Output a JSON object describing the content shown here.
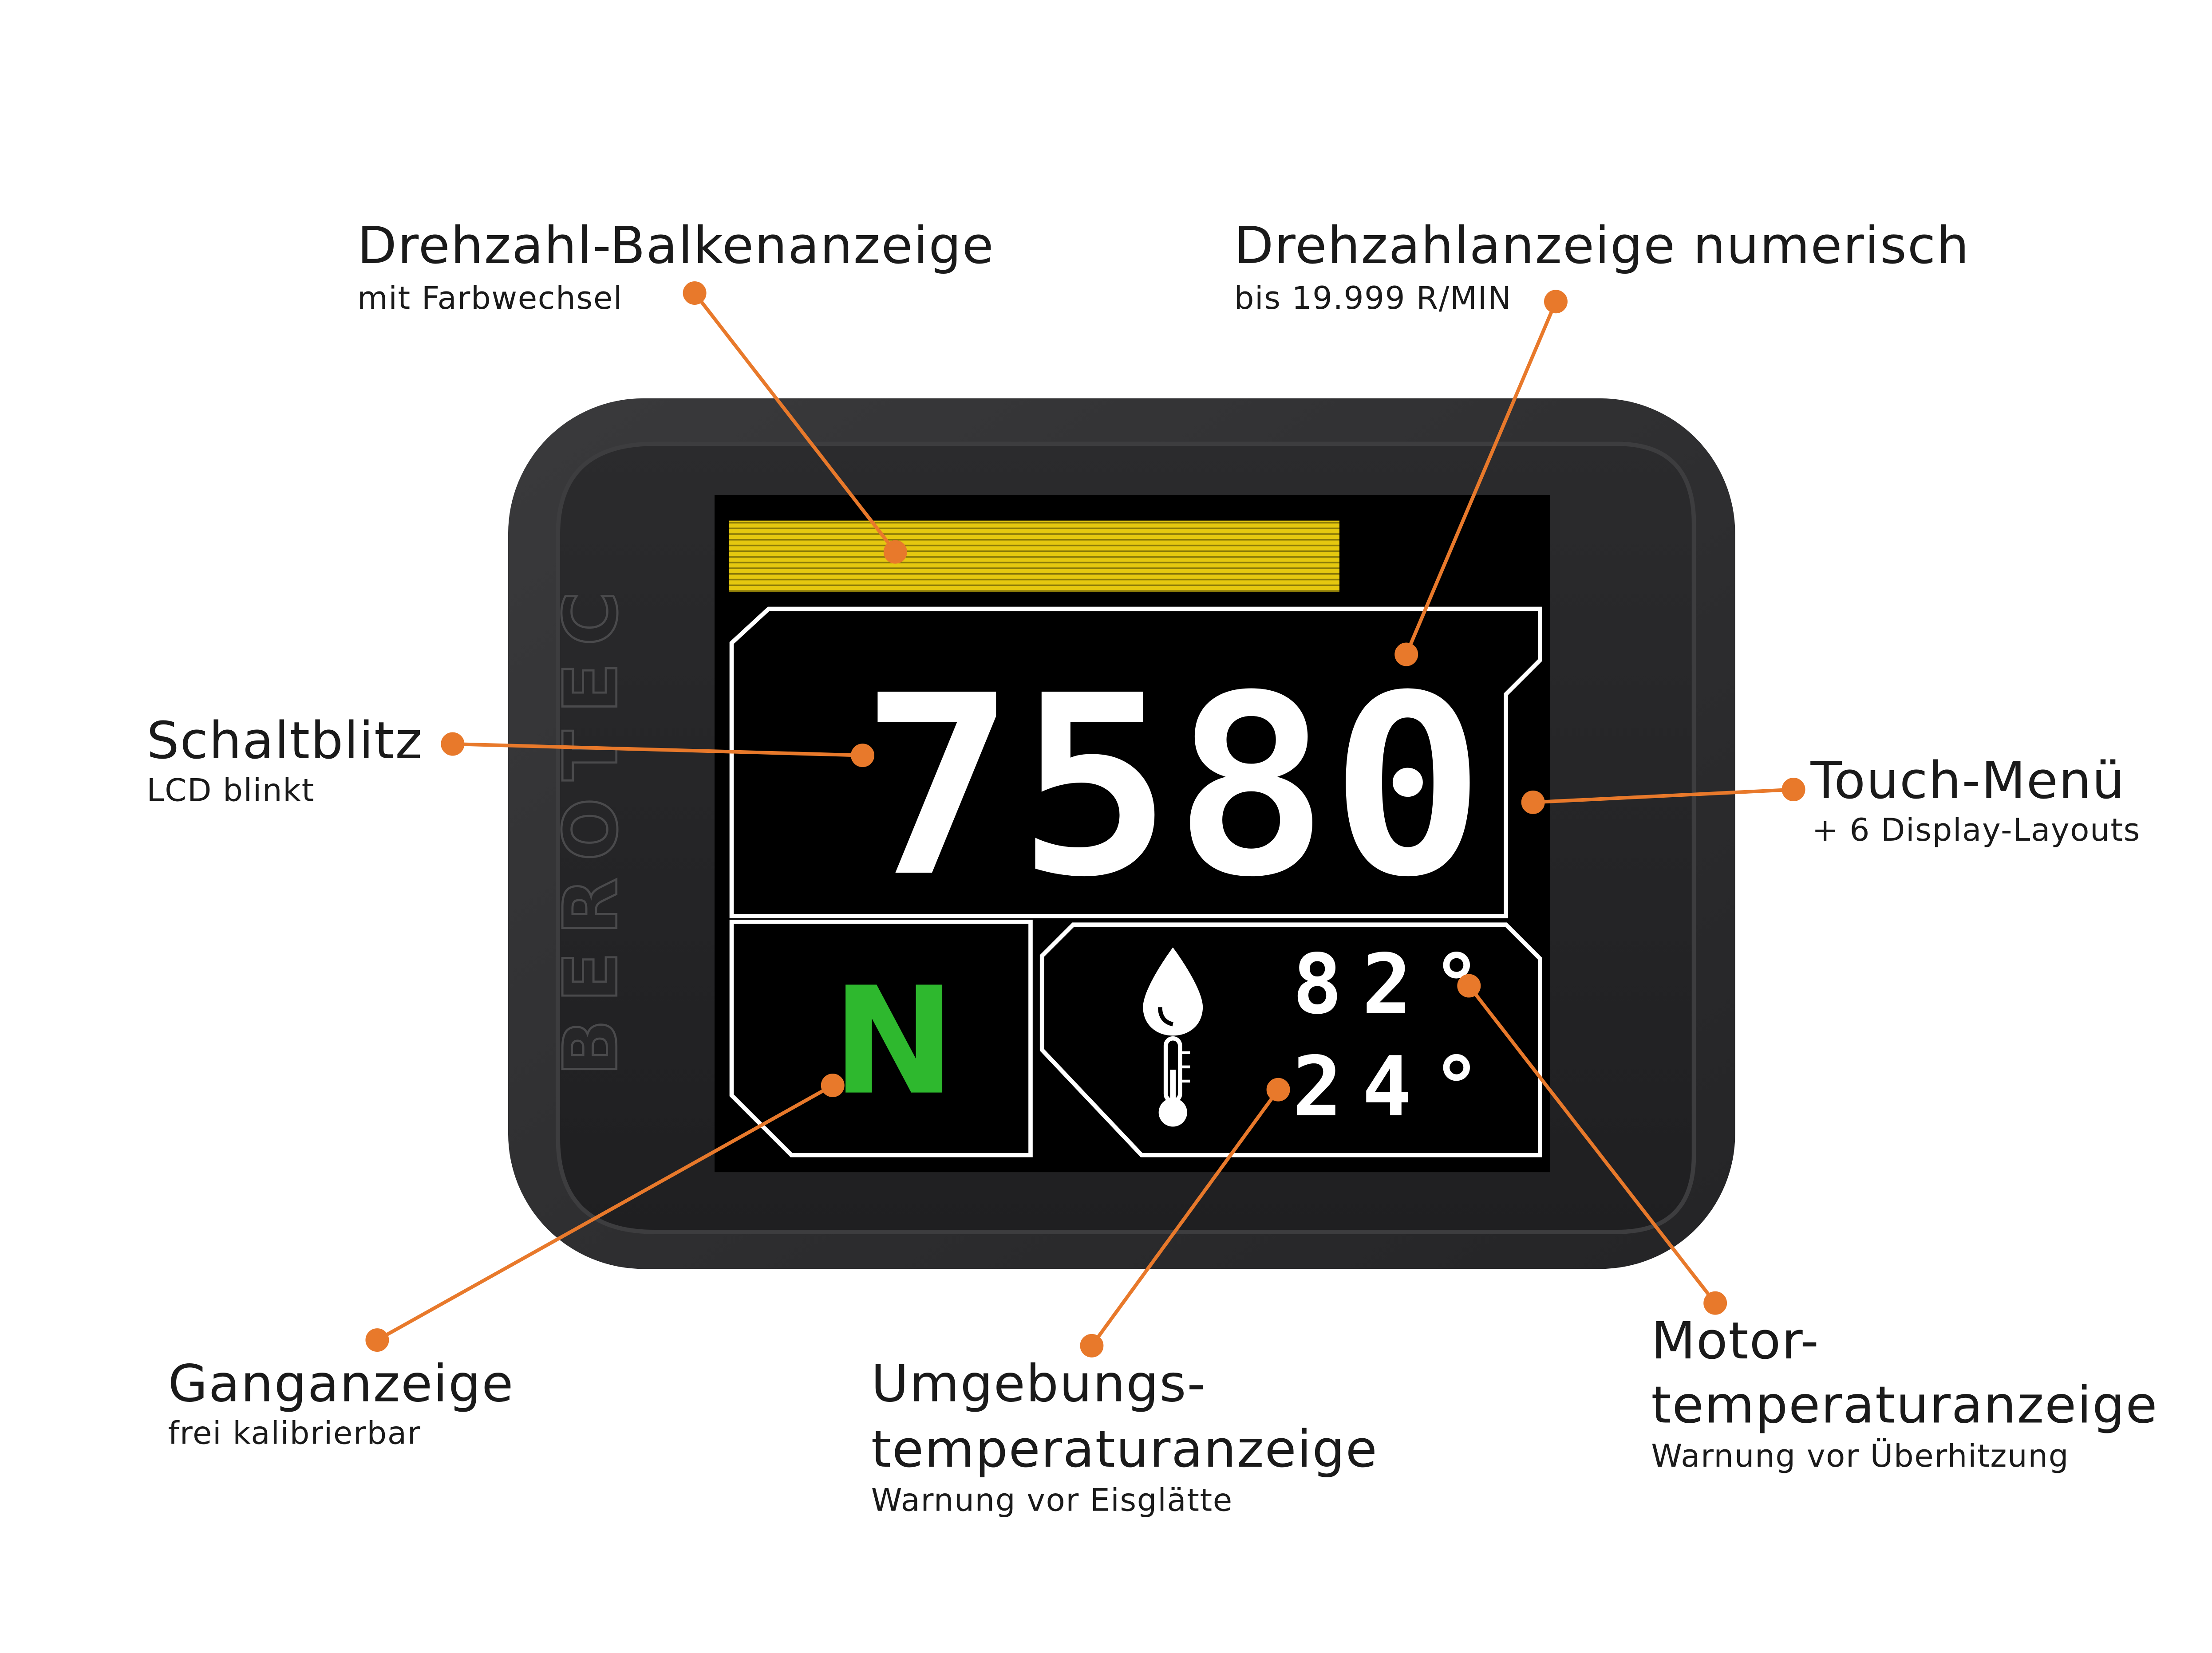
{
  "device": {
    "brand": "BEROTEC",
    "rpm_value": "7580",
    "gear": "N",
    "motor_temp": "82°",
    "ambient_temp": "24°",
    "rpm_bar_fraction": 0.77
  },
  "colors": {
    "accent": "#e8792b",
    "rpm_bar": "#e5c80f",
    "gear": "#2eb82e",
    "lcd_fg": "#ffffff",
    "lcd_bg": "#000000",
    "housing": "#2f2f31"
  },
  "icons": [
    "droplet-icon",
    "thermometer-icon"
  ],
  "callouts": {
    "rpm_bar": {
      "title": "Drehzahl-Balkenanzeige",
      "sub": "mit Farbwechsel"
    },
    "rpm_numeric": {
      "title": "Drehzahlanzeige numerisch",
      "sub": "bis 19.999 R/MIN"
    },
    "shift_light": {
      "title": "Schaltblitz",
      "sub": "LCD blinkt"
    },
    "touch_menu": {
      "title": "Touch-Menü",
      "sub": "+ 6 Display-Layouts"
    },
    "gear": {
      "title": "Ganganzeige",
      "sub": "frei kalibrierbar"
    },
    "ambient": {
      "title1": "Umgebungs-",
      "title2": "temperaturanzeige",
      "sub": "Warnung vor Eisglätte"
    },
    "motor": {
      "title1": "Motor-",
      "title2": "temperaturanzeige",
      "sub": "Warnung vor Überhitzung"
    }
  }
}
